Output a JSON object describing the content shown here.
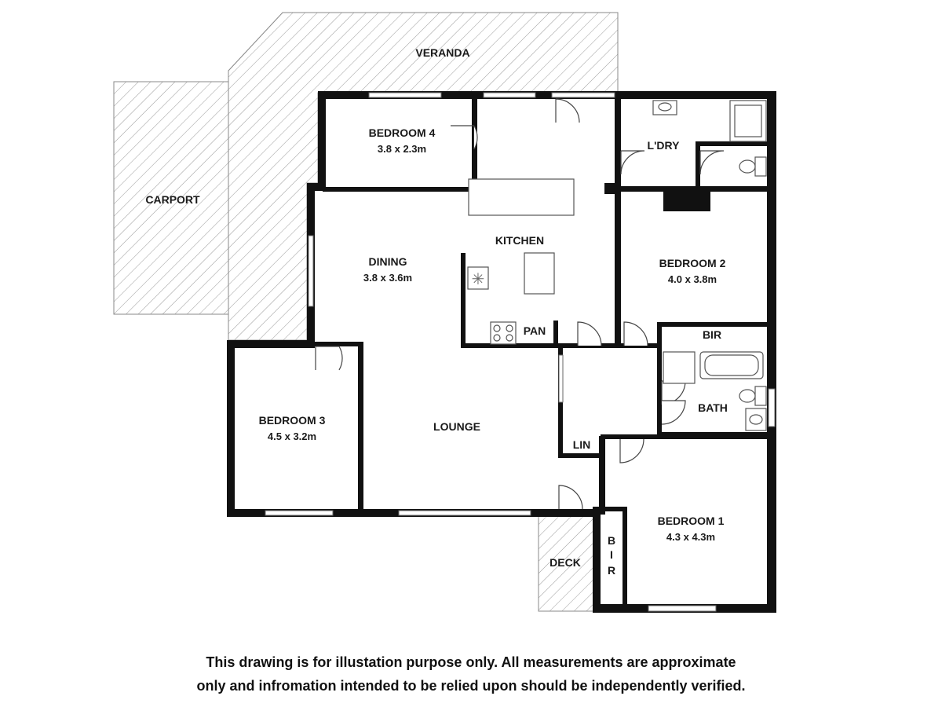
{
  "rooms": {
    "veranda": {
      "name": "VERANDA"
    },
    "carport": {
      "name": "CARPORT"
    },
    "bedroom4": {
      "name": "BEDROOM 4",
      "size": "3.8 x 2.3m"
    },
    "kitchen": {
      "name": "KITCHEN"
    },
    "laundry": {
      "name": "L'DRY"
    },
    "dining": {
      "name": "DINING",
      "size": "3.8 x 3.6m"
    },
    "bedroom2": {
      "name": "BEDROOM 2",
      "size": "4.0 x 3.8m"
    },
    "pantry": {
      "name": "PAN"
    },
    "bir_bedroom2": {
      "name": "BIR"
    },
    "bath": {
      "name": "BATH"
    },
    "bedroom3": {
      "name": "BEDROOM 3",
      "size": "4.5 x 3.2m"
    },
    "lounge": {
      "name": "LOUNGE"
    },
    "linen": {
      "name": "LIN"
    },
    "bedroom1": {
      "name": "BEDROOM 1",
      "size": "4.3 x 4.3m"
    },
    "deck": {
      "name": "DECK"
    },
    "bir_bedroom1": {
      "letters": [
        "B",
        "I",
        "R"
      ]
    }
  },
  "disclaimer": {
    "line1": "This drawing is for illustation purpose only. All measurements are approximate",
    "line2": "only and infromation intended to be relied upon should be independently verified."
  },
  "colors": {
    "wall": "#111111",
    "hatch": "#9a9a9a",
    "fixture": "#555555"
  }
}
